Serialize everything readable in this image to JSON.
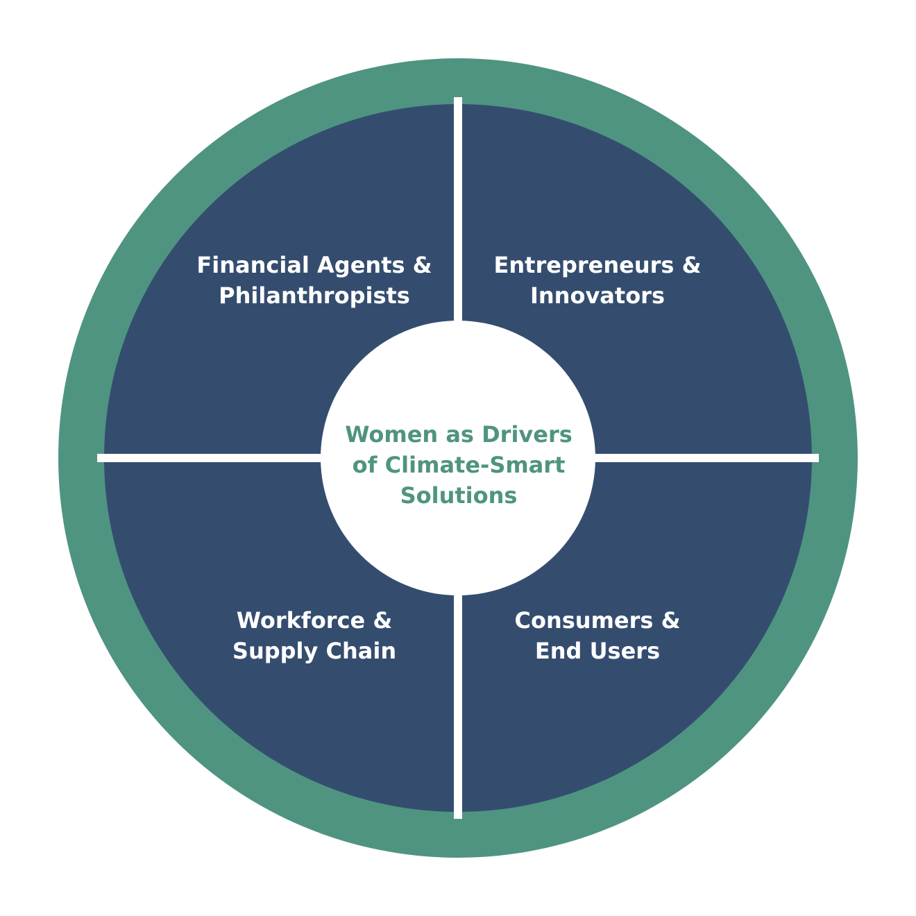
{
  "colors": {
    "ring": "#4f9481",
    "quadrant": "#344d6f",
    "separator": "#ffffff",
    "center_fill": "#ffffff",
    "center_text": "#4f9481",
    "quadrant_text": "#ffffff"
  },
  "center": {
    "lines": [
      "Women as Drivers",
      "of Climate-Smart",
      "Solutions"
    ]
  },
  "quadrants": {
    "top_left": {
      "lines": [
        "Financial Agents &",
        "Philanthropists"
      ]
    },
    "top_right": {
      "lines": [
        "Entrepreneurs &",
        "Innovators"
      ]
    },
    "bottom_left": {
      "lines": [
        "Workforce &",
        "Supply Chain"
      ]
    },
    "bottom_right": {
      "lines": [
        "Consumers &",
        "End Users"
      ]
    }
  }
}
